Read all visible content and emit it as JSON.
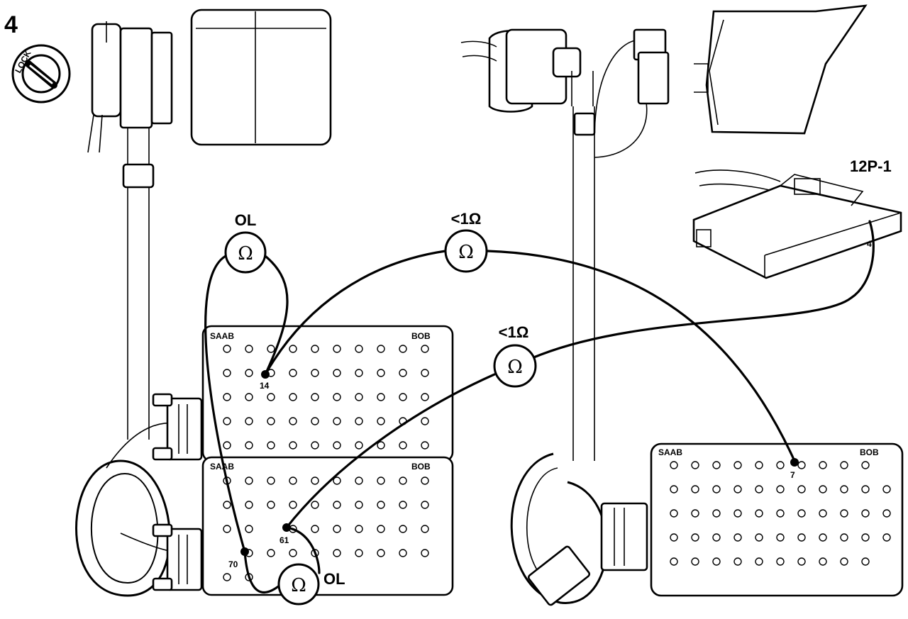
{
  "step_number": "4",
  "lock_label": "LOCK",
  "connector_label": "12P-1",
  "connector_pin": "4",
  "boxes": [
    {
      "brand": "SAAB",
      "model": "BOB"
    },
    {
      "brand": "SAAB",
      "model": "BOB"
    },
    {
      "brand": "SAAB",
      "model": "BOB"
    }
  ],
  "pins": [
    "14",
    "61",
    "70",
    "7"
  ],
  "meters": [
    {
      "symbol": "Ω",
      "reading": "OL"
    },
    {
      "symbol": "Ω",
      "reading": "<1Ω"
    },
    {
      "symbol": "Ω",
      "reading": "<1Ω"
    },
    {
      "symbol": "Ω",
      "reading": "OL"
    }
  ]
}
